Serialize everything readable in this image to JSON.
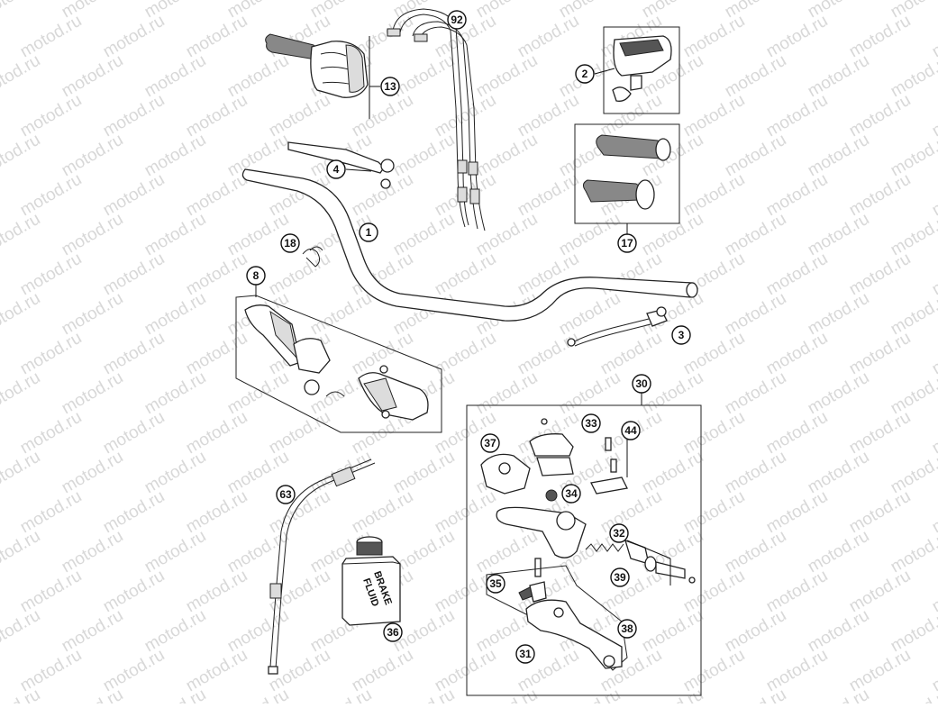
{
  "watermark": "motod.ru",
  "bottle_label": [
    "BRAKE",
    "FLUID"
  ],
  "callouts": {
    "c92": "92",
    "c13": "13",
    "c2": "2",
    "c4": "4",
    "c17": "17",
    "c1": "1",
    "c18": "18",
    "c8": "8",
    "c3": "3",
    "c30": "30",
    "c33": "33",
    "c44": "44",
    "c37": "37",
    "c34": "34",
    "c63": "63",
    "c32": "32",
    "c39": "39",
    "c35": "35",
    "c36": "36",
    "c38": "38",
    "c31": "31"
  }
}
